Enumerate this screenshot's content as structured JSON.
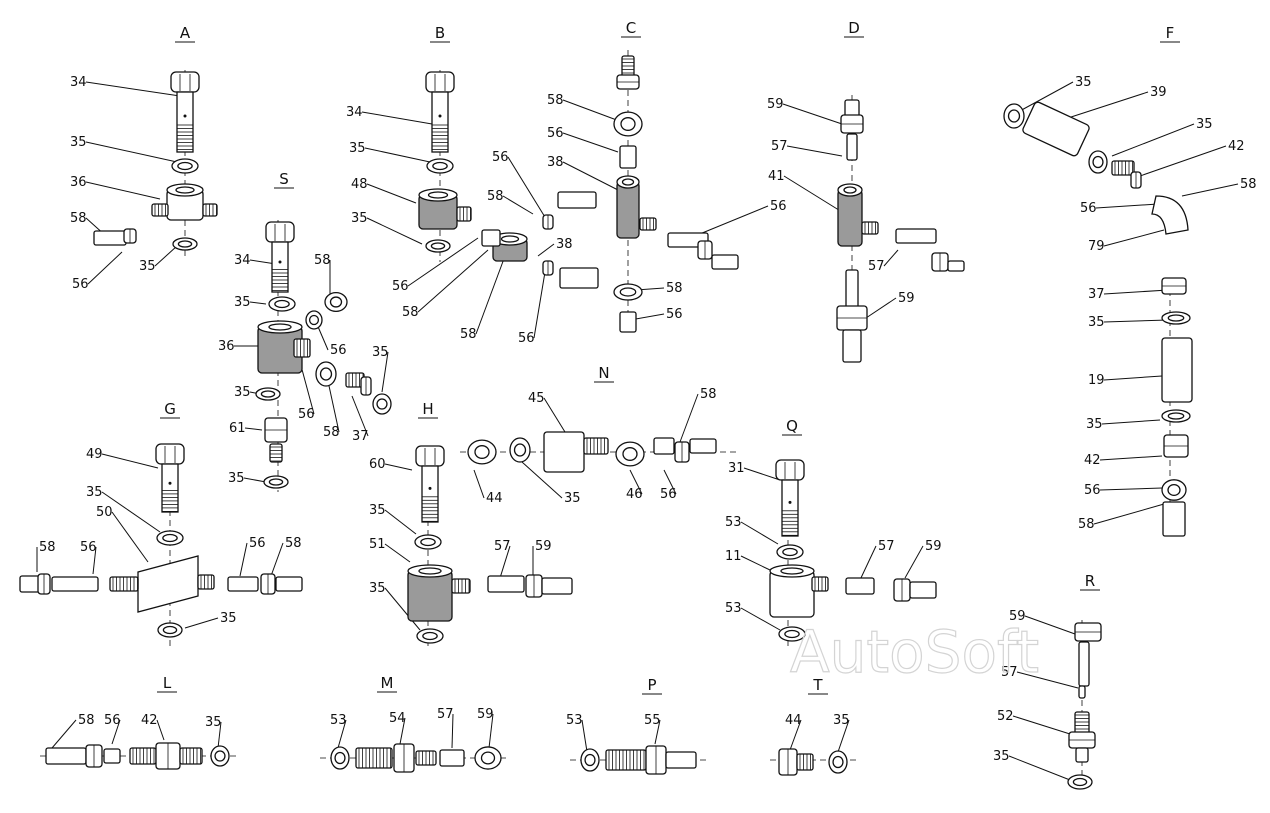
{
  "watermark": "AutoSoft",
  "groups": [
    {
      "id": "A",
      "label": "A",
      "callouts": [
        "34",
        "35",
        "36",
        "58",
        "56",
        "35"
      ]
    },
    {
      "id": "B",
      "label": "B",
      "callouts": [
        "34",
        "35",
        "48",
        "35",
        "56",
        "58",
        "56",
        "58",
        "38",
        "58",
        "56"
      ]
    },
    {
      "id": "C",
      "label": "C",
      "callouts": [
        "58",
        "56",
        "38",
        "58",
        "56",
        "56"
      ]
    },
    {
      "id": "D",
      "label": "D",
      "callouts": [
        "59",
        "57",
        "41",
        "57",
        "59"
      ]
    },
    {
      "id": "F",
      "label": "F",
      "callouts": [
        "35",
        "39",
        "35",
        "42",
        "58",
        "56",
        "79",
        "37",
        "35",
        "19",
        "35",
        "42",
        "56",
        "58"
      ]
    },
    {
      "id": "S",
      "label": "S",
      "callouts": [
        "34",
        "58",
        "35",
        "36",
        "56",
        "35",
        "35",
        "56",
        "58",
        "37",
        "61",
        "35"
      ]
    },
    {
      "id": "G",
      "label": "G",
      "callouts": [
        "49",
        "35",
        "50",
        "58",
        "56",
        "56",
        "58",
        "35"
      ]
    },
    {
      "id": "H",
      "label": "H",
      "callouts": [
        "60",
        "35",
        "51",
        "57",
        "59",
        "35"
      ]
    },
    {
      "id": "N",
      "label": "N",
      "callouts": [
        "45",
        "58",
        "44",
        "35",
        "46",
        "56"
      ]
    },
    {
      "id": "Q",
      "label": "Q",
      "callouts": [
        "31",
        "53",
        "11",
        "57",
        "59",
        "53"
      ]
    },
    {
      "id": "R",
      "label": "R",
      "callouts": [
        "59",
        "57",
        "52",
        "35"
      ]
    },
    {
      "id": "L",
      "label": "L",
      "callouts": [
        "58",
        "56",
        "42",
        "35"
      ]
    },
    {
      "id": "M",
      "label": "M",
      "callouts": [
        "53",
        "54",
        "57",
        "59"
      ]
    },
    {
      "id": "P",
      "label": "P",
      "callouts": [
        "53",
        "55"
      ]
    },
    {
      "id": "T",
      "label": "T",
      "callouts": [
        "44",
        "35"
      ]
    }
  ]
}
